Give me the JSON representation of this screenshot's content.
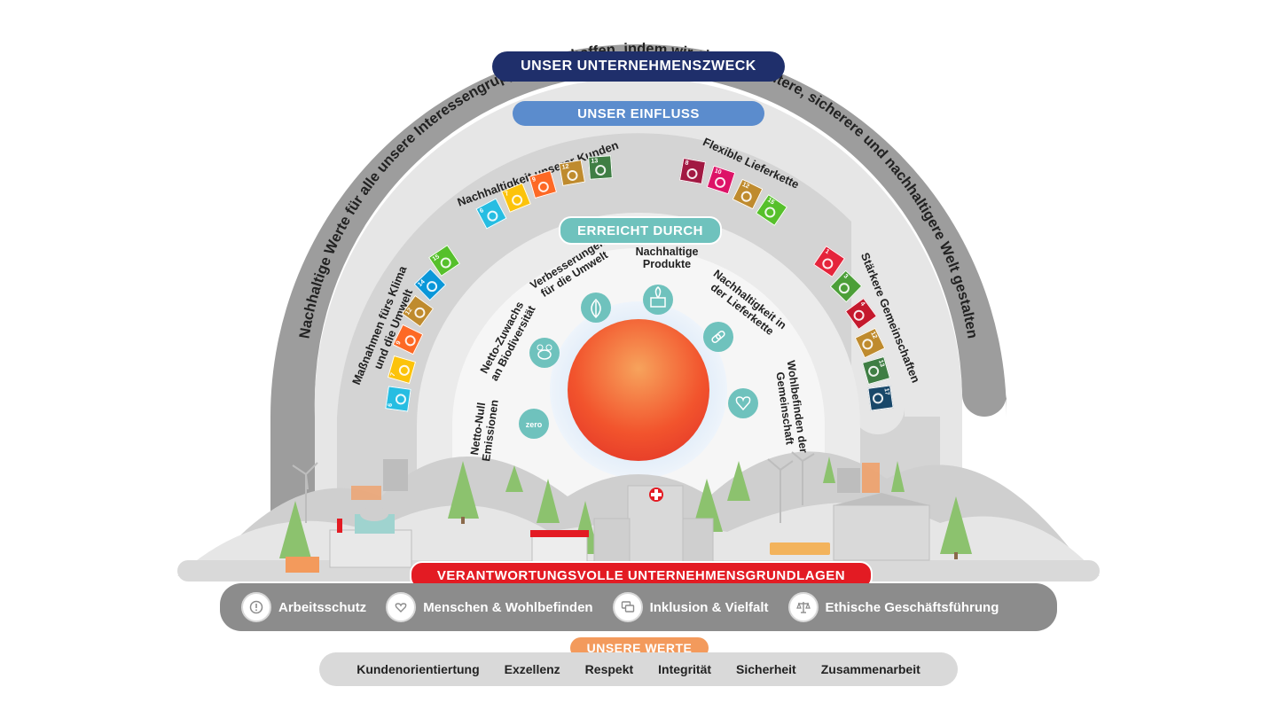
{
  "purpose": {
    "title": "UNSER UNTERNEHMENSZWECK",
    "arc_text": "Nachhaltige Werte für alle unsere Interessengruppen zu schaffen, indem wir eine effizientere, sicherere und nachhaltigere Welt gestalten"
  },
  "impact": {
    "title": "UNSER EINFLUSS",
    "areas": {
      "climate": "Maßnahmen fürs Klima und die Umwelt",
      "customers": "Nachhaltigkeit unserer Kunden",
      "supply": "Flexible Lieferkette",
      "communities": "Stärkere Gemeinschaften"
    }
  },
  "achieved": {
    "title": "ERREICHT DURCH",
    "items": [
      {
        "line1": "Netto-Null",
        "line2": "Emissionen",
        "icon": "zero-cloud-icon"
      },
      {
        "line1": "Netto-Zuwachs",
        "line2": "an Biodiversität",
        "icon": "bee-icon"
      },
      {
        "line1": "Verbesserungen",
        "line2": "für die Umwelt",
        "icon": "leaf-icon"
      },
      {
        "line1": "Nachhaltige",
        "line2": "Produkte",
        "icon": "box-leaf-icon"
      },
      {
        "line1": "Nachhaltigkeit in",
        "line2": "der Lieferkette",
        "icon": "chain-icon"
      },
      {
        "line1": "Wohlbefinden der",
        "line2": "Gemeinschaft",
        "icon": "heart-hand-icon"
      }
    ],
    "zero_label": "zero"
  },
  "principles": {
    "title": "VERANTWORTUNGSVOLLE UNTERNEHMENSGRUNDLAGEN",
    "items": [
      {
        "label": "Arbeitsschutz",
        "icon": "safety-alert-icon"
      },
      {
        "label": "Menschen & Wohlbefinden",
        "icon": "heart-people-icon"
      },
      {
        "label": "Inklusion & Vielfalt",
        "icon": "speech-bubbles-icon"
      },
      {
        "label": "Ethische Geschäftsführung",
        "icon": "scales-icon"
      }
    ]
  },
  "values": {
    "title": "UNSERE WERTE",
    "items": [
      "Kundenorientiertung",
      "Exzellenz",
      "Respekt",
      "Integrität",
      "Sicherheit",
      "Zusammenarbeit"
    ]
  },
  "colors": {
    "navy": "#1f2f6b",
    "blue": "#5b8ccd",
    "teal": "#6fc2bd",
    "red": "#e31b23",
    "orange": "#f39a5c",
    "grey_dark": "#8c8c8c",
    "grey_band": "#9d9d9d",
    "grey_light": "#d9d9d9",
    "grey_inner": "#ececec",
    "tree": "#8cc26e"
  },
  "sdg_sets": {
    "customers": [
      6,
      7,
      9,
      12,
      13
    ],
    "supply": [
      8,
      10,
      12,
      15
    ],
    "climate": [
      6,
      7,
      9,
      12,
      14,
      15
    ],
    "communities": [
      1,
      3,
      4,
      12,
      13,
      17
    ]
  }
}
